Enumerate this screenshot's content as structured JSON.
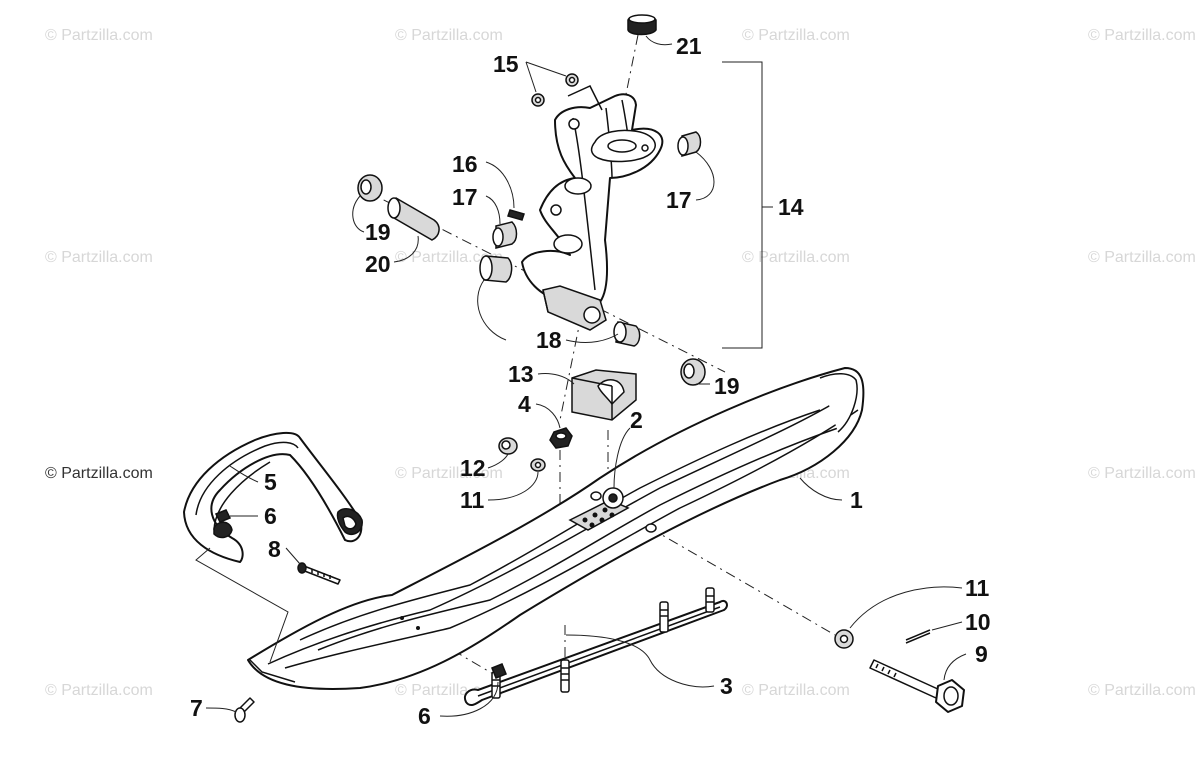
{
  "watermark": {
    "text": "© Partzilla.com"
  },
  "callouts": {
    "c1": "1",
    "c2": "2",
    "c3": "3",
    "c4": "4",
    "c5": "5",
    "c6a": "6",
    "c6b": "6",
    "c7": "7",
    "c8": "8",
    "c9": "9",
    "c10": "10",
    "c11a": "11",
    "c11b": "11",
    "c12": "12",
    "c13": "13",
    "c14": "14",
    "c15": "15",
    "c16": "16",
    "c17a": "17",
    "c17b": "17",
    "c18": "18",
    "c19a": "19",
    "c19b": "19",
    "c20": "20",
    "c21": "21"
  }
}
